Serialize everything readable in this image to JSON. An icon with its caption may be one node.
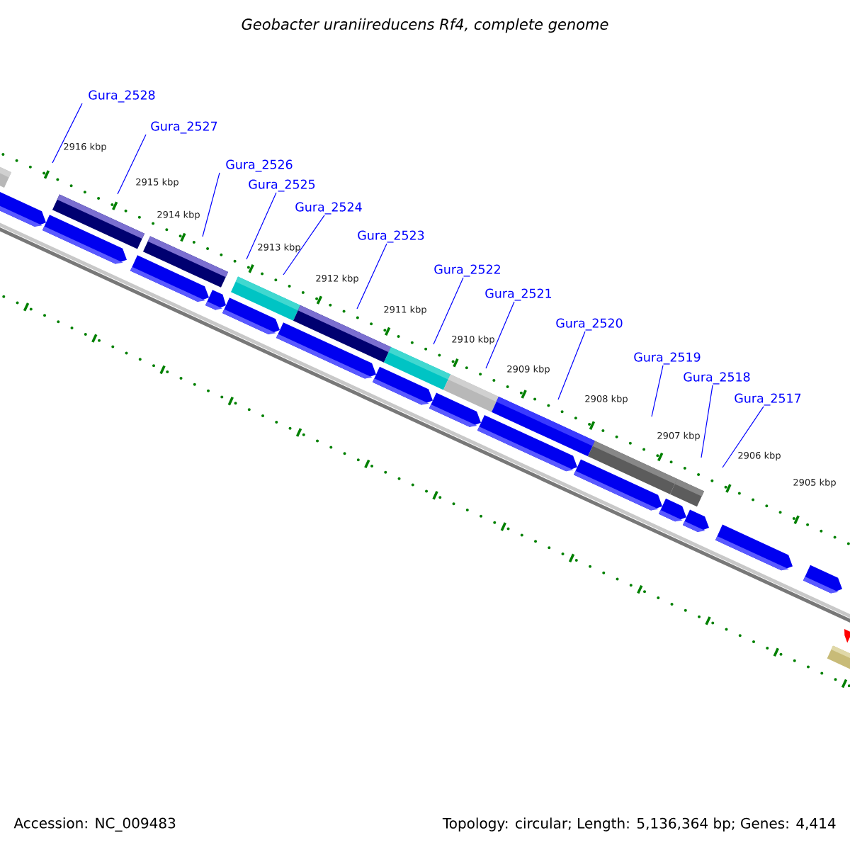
{
  "diagram": {
    "title": "Geobacter uraniireducens Rf4, complete genome",
    "nodes": [
      {
        "text": [
          "Gura_2528"
        ]
      },
      {
        "text": [
          "Gura_2527"
        ]
      },
      {
        "text": [
          "Gura_2526"
        ]
      },
      {
        "text": [
          "Gura_2525"
        ]
      },
      {
        "text": [
          "Gura_2524"
        ]
      },
      {
        "text": [
          "Gura_2523"
        ]
      },
      {
        "text": [
          "Gura_2522"
        ]
      },
      {
        "text": [
          "Gura_2521"
        ]
      },
      {
        "text": [
          "Gura_2520"
        ]
      },
      {
        "text": [
          "Gura_2519"
        ]
      },
      {
        "text": [
          "Gura_2518"
        ]
      },
      {
        "text": [
          "Gura_2517"
        ]
      }
    ],
    "edges": [
      {
        "from": 0,
        "to": null,
        "arrow": "none"
      },
      {
        "from": 1,
        "to": null,
        "arrow": "none"
      },
      {
        "from": 2,
        "to": null,
        "arrow": "none"
      },
      {
        "from": 3,
        "to": null,
        "arrow": "none"
      },
      {
        "from": 4,
        "to": null,
        "arrow": "none"
      },
      {
        "from": 5,
        "to": null,
        "arrow": "none"
      },
      {
        "from": 6,
        "to": null,
        "arrow": "none"
      },
      {
        "from": 7,
        "to": null,
        "arrow": "none"
      },
      {
        "from": 8,
        "to": null,
        "arrow": "none"
      },
      {
        "from": 9,
        "to": null,
        "arrow": "none"
      },
      {
        "from": 10,
        "to": null,
        "arrow": "none"
      },
      {
        "from": 11,
        "to": null,
        "arrow": "none"
      }
    ],
    "labels": [
      "2916 kbp",
      "2915 kbp",
      "2914 kbp",
      "2913 kbp",
      "2912 kbp",
      "2911 kbp",
      "2910 kbp",
      "2909 kbp",
      "2908 kbp",
      "2907 kbp",
      "2906 kbp",
      "2905 kbp",
      "Accession: NC_009483",
      "Topology: circular; Length: 5,136,364 bp; Genes: 4,414"
    ]
  }
}
